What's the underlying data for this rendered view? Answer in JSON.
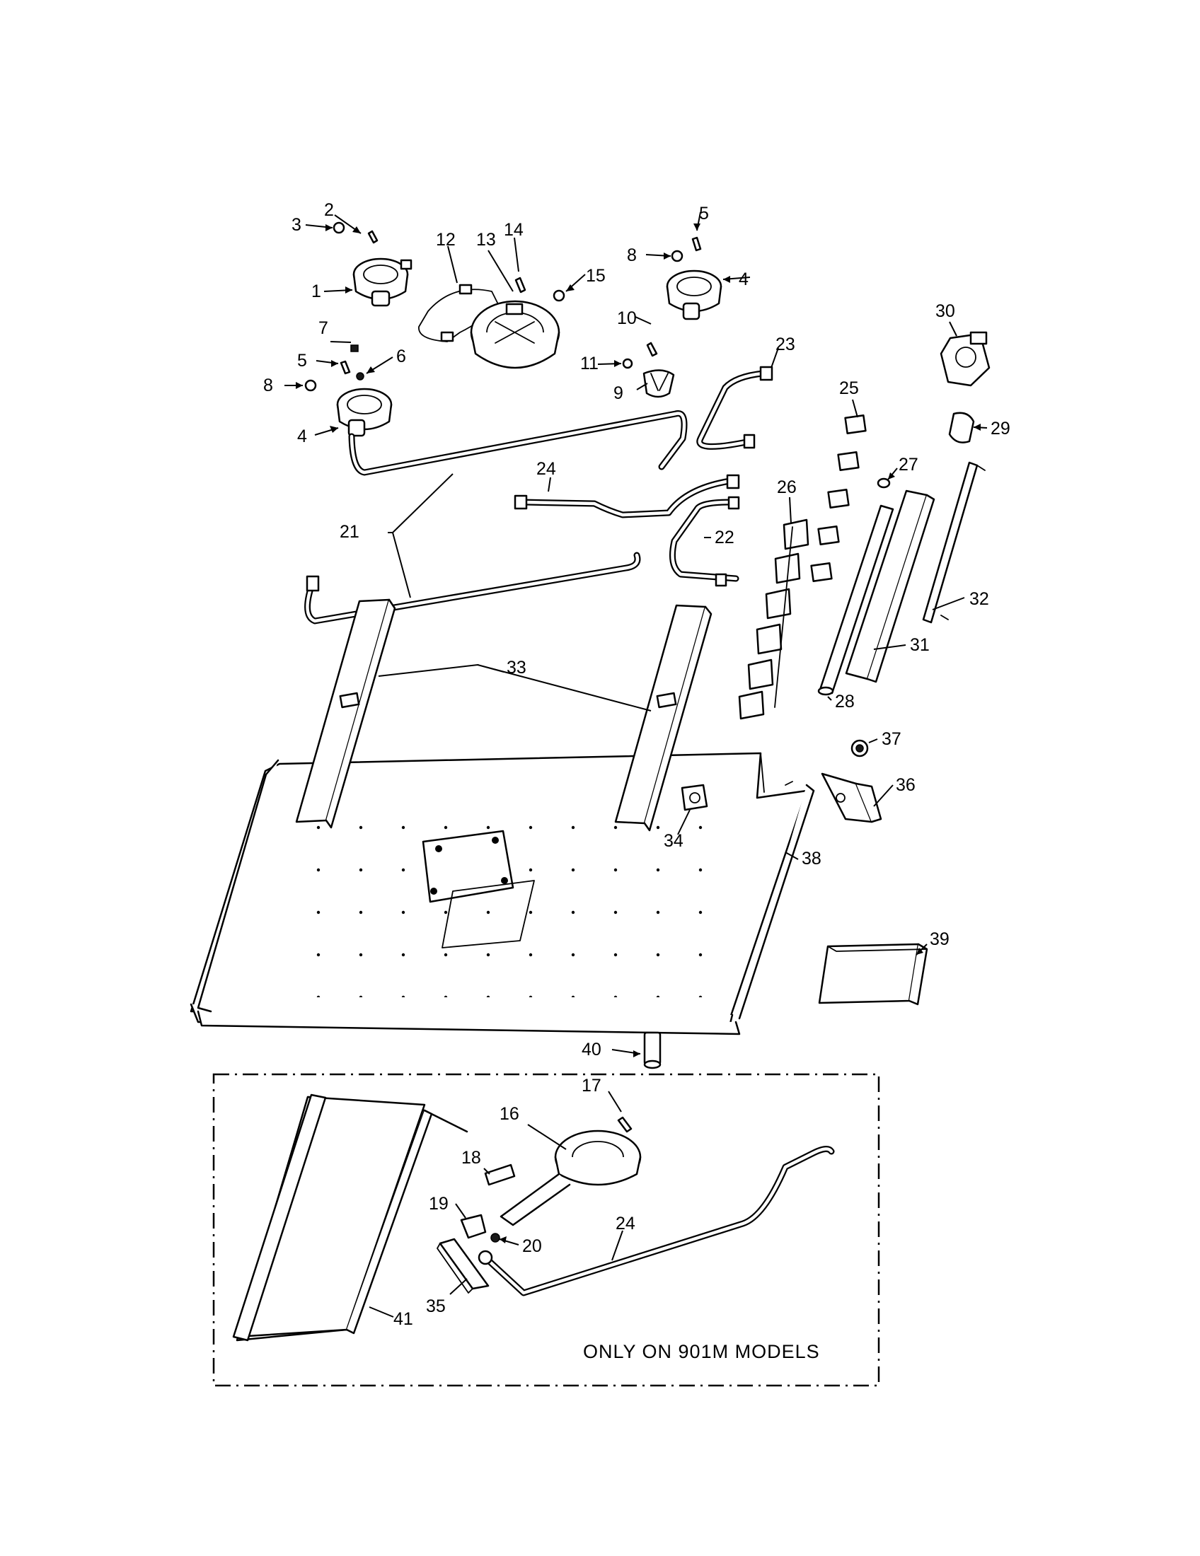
{
  "callouts": [
    "1",
    "2",
    "3",
    "4",
    "5",
    "6",
    "7",
    "8",
    "9",
    "10",
    "11",
    "12",
    "13",
    "14",
    "15",
    "16",
    "17",
    "18",
    "19",
    "20",
    "21",
    "22",
    "23",
    "24",
    "25",
    "26",
    "27",
    "28",
    "29",
    "30",
    "31",
    "32",
    "33",
    "34",
    "35",
    "36",
    "37",
    "38",
    "39",
    "40",
    "41"
  ],
  "inset_note": "ONLY ON 901M MODELS"
}
